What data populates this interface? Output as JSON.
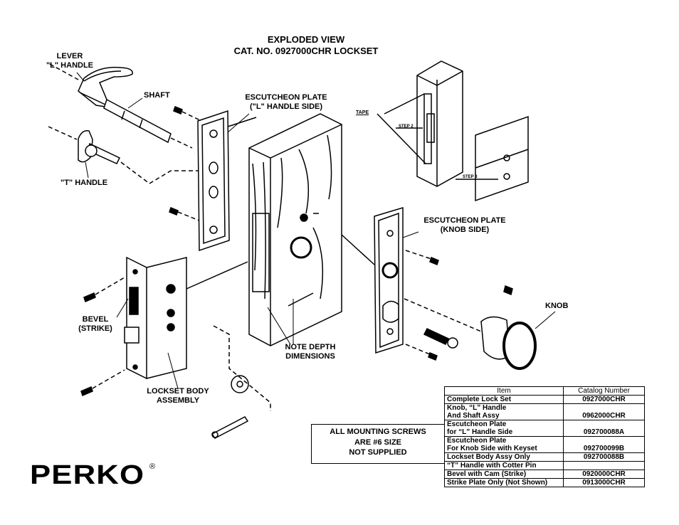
{
  "title": {
    "line1": "EXPLODED VIEW",
    "line2": "CAT. NO. 0927000CHR LOCKSET"
  },
  "labels": {
    "lever_1": "LEVER",
    "lever_2": "\"L\" HANDLE",
    "shaft": "SHAFT",
    "t_handle": "\"T\" HANDLE",
    "esc_l_1": "ESCUTCHEON PLATE",
    "esc_l_2": "(\"L\" HANDLE SIDE)",
    "esc_knob_1": "ESCUTCHEON PLATE",
    "esc_knob_2": "(KNOB SIDE)",
    "knob": "KNOB",
    "bevel_1": "BEVEL",
    "bevel_2": "(STRIKE)",
    "lockset_1": "LOCKSET BODY",
    "lockset_2": "ASSEMBLY",
    "note_1": "NOTE DEPTH",
    "note_2": "DIMENSIONS",
    "tape": "TAPE",
    "step2": "STEP 2",
    "step3": "STEP 3"
  },
  "note_box": {
    "line1": "ALL MOUNTING SCREWS",
    "line2": "ARE #6 SIZE",
    "line3": "NOT SUPPLIED"
  },
  "parts_table": {
    "headers": [
      "Item",
      "Catalog Number"
    ],
    "rows": [
      {
        "item1": "Complete Lock Set",
        "item2": "",
        "catalog": "0927000CHR"
      },
      {
        "item1": "Knob, “L” Handle",
        "item2": "And Shaft Assy",
        "catalog": "0962000CHR"
      },
      {
        "item1": "Escutcheon Plate",
        "item2": "for “L” Handle Side",
        "catalog": "092700088A"
      },
      {
        "item1": "Escutcheon Plate",
        "item2": "For Knob Side with Keyset",
        "catalog": "092700099B"
      },
      {
        "item1": "Lockset Body Assy Only",
        "item2": "",
        "catalog": "092700088B"
      },
      {
        "item1": "“T” Handle with Cotter Pin",
        "item2": "",
        "catalog": ""
      },
      {
        "item1": "Bevel with Cam (Strike)",
        "item2": "",
        "catalog": "0920000CHR"
      },
      {
        "item1": "Strike Plate Only (Not Shown)",
        "item2": "",
        "catalog": "0913000CHR"
      }
    ]
  },
  "brand": {
    "logo": "PERKO",
    "registered": "®"
  }
}
